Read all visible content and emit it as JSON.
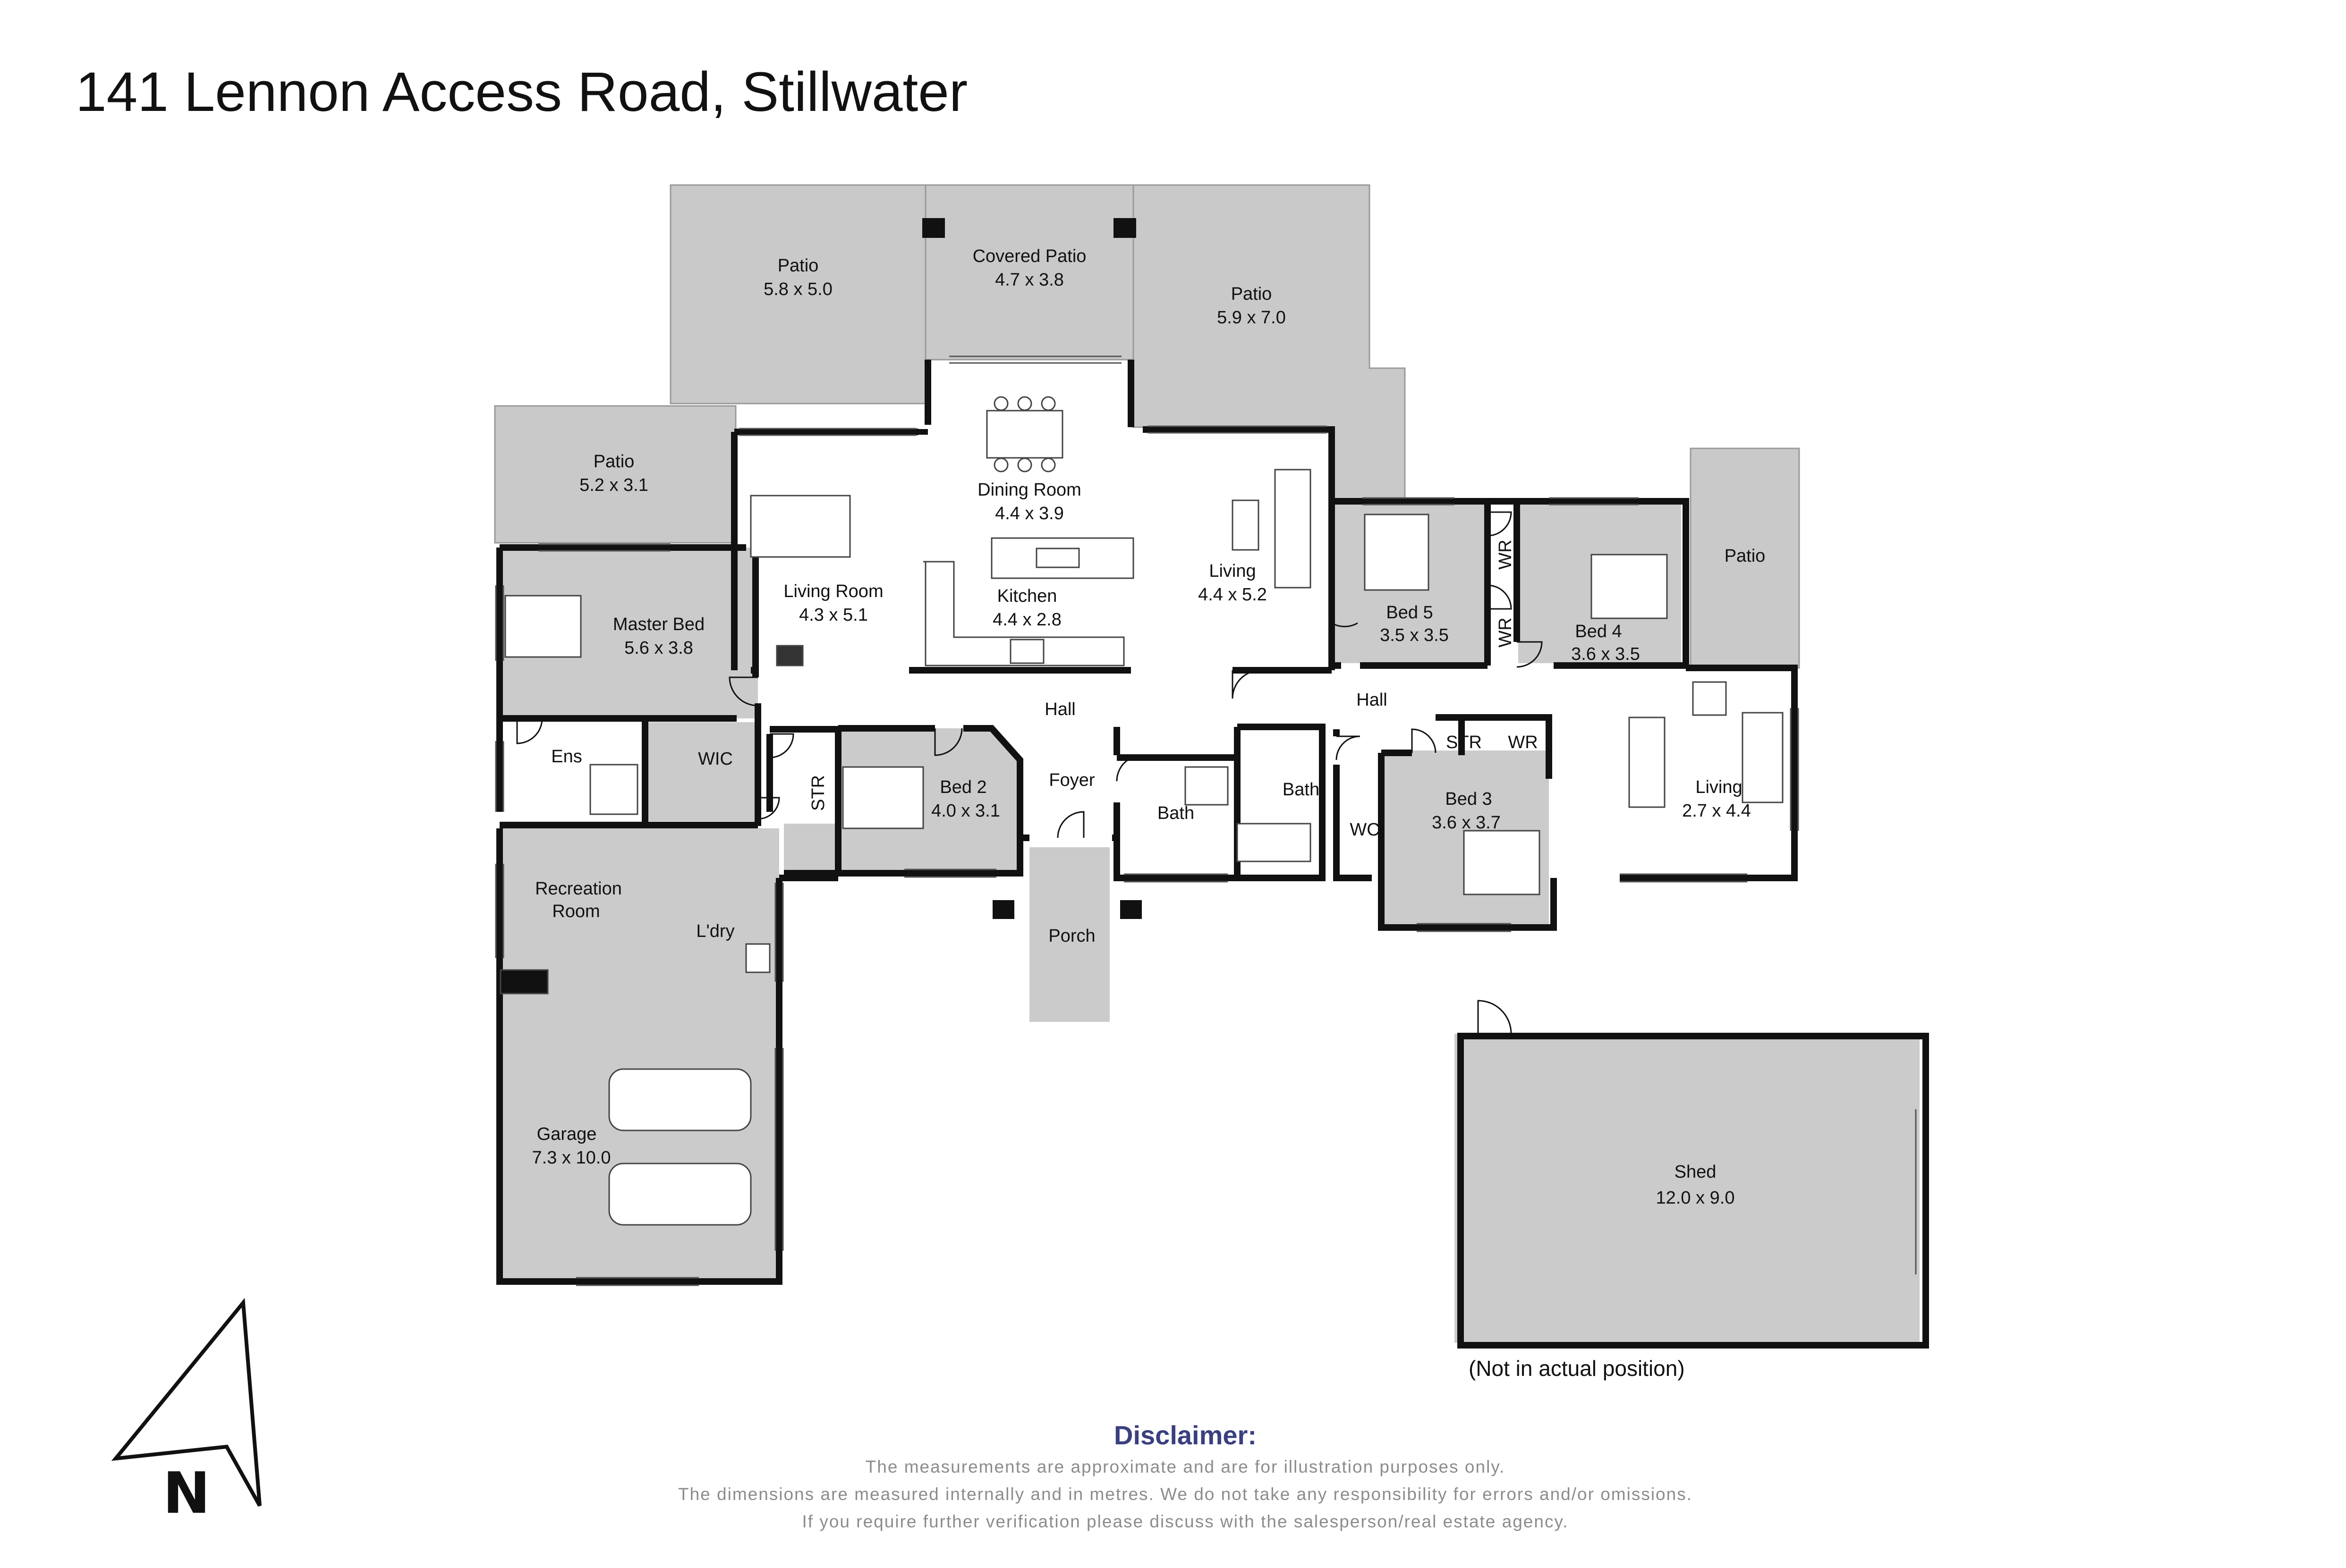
{
  "title": "141 Lennon Access Road, Stillwater",
  "rooms": {
    "patio_nw": {
      "name": "Patio",
      "dims": "5.8 x 5.0"
    },
    "covered_patio": {
      "name": "Covered Patio",
      "dims": "4.7 x 3.8"
    },
    "patio_ne": {
      "name": "Patio",
      "dims": "5.9 x 7.0"
    },
    "patio_w": {
      "name": "Patio",
      "dims": "5.2 x 3.1"
    },
    "patio_e": {
      "name": "Patio"
    },
    "dining_room": {
      "name": "Dining Room",
      "dims": "4.4 x 3.9"
    },
    "living_room": {
      "name": "Living Room",
      "dims": "4.3 x 5.1"
    },
    "kitchen": {
      "name": "Kitchen",
      "dims": "4.4 x 2.8"
    },
    "living_central": {
      "name": "Living",
      "dims": "4.4 x 5.2"
    },
    "master_bed": {
      "name": "Master Bed",
      "dims": "5.6 x 3.8"
    },
    "bed5": {
      "name": "Bed 5",
      "dims": "3.5 x 3.5"
    },
    "bed4": {
      "name": "Bed 4",
      "dims": "3.6 x 3.5"
    },
    "wr_upper": {
      "name": "WR"
    },
    "wr_lower": {
      "name": "WR"
    },
    "hall_west": {
      "name": "Hall"
    },
    "hall_east": {
      "name": "Hall"
    },
    "ensuite": {
      "name": "Ens"
    },
    "wic": {
      "name": "WIC"
    },
    "str_west": {
      "name": "STR"
    },
    "bed2": {
      "name": "Bed 2",
      "dims": "4.0 x 3.1"
    },
    "foyer": {
      "name": "Foyer"
    },
    "bath_west": {
      "name": "Bath"
    },
    "bath_east": {
      "name": "Bath"
    },
    "wc": {
      "name": "WC"
    },
    "str_east": {
      "name": "STR"
    },
    "wr_east": {
      "name": "WR"
    },
    "bed3": {
      "name": "Bed 3",
      "dims": "3.6 x 3.7"
    },
    "living_east": {
      "name": "Living",
      "dims": "2.7 x 4.4"
    },
    "recreation_room": {
      "name_line1": "Recreation",
      "name_line2": "Room"
    },
    "laundry": {
      "name": "L'dry"
    },
    "porch": {
      "name": "Porch"
    },
    "garage": {
      "name": "Garage",
      "dims": "7.3 x 10.0"
    },
    "shed": {
      "name": "Shed",
      "dims": "12.0 x 9.0"
    }
  },
  "shed_note": "(Not in actual position)",
  "north_arrow": {
    "letter": "N",
    "icon": "north-arrow-icon"
  },
  "disclaimer": {
    "title": "Disclaimer:",
    "lines": [
      "The measurements are approximate and are for illustration purposes only.",
      "The dimensions are measured internally and in metres. We do not take any responsibility for errors and/or omissions.",
      "If you require further verification please discuss with the salesperson/real estate agency."
    ]
  },
  "colors": {
    "patio_fill": "#c9c9c9",
    "room_fill": "#cbcbcb",
    "floor_fill": "#ffffff",
    "wall": "#111111",
    "disclaimer_title": "#3a3f80",
    "disclaimer_text": "#8c8c8c"
  }
}
